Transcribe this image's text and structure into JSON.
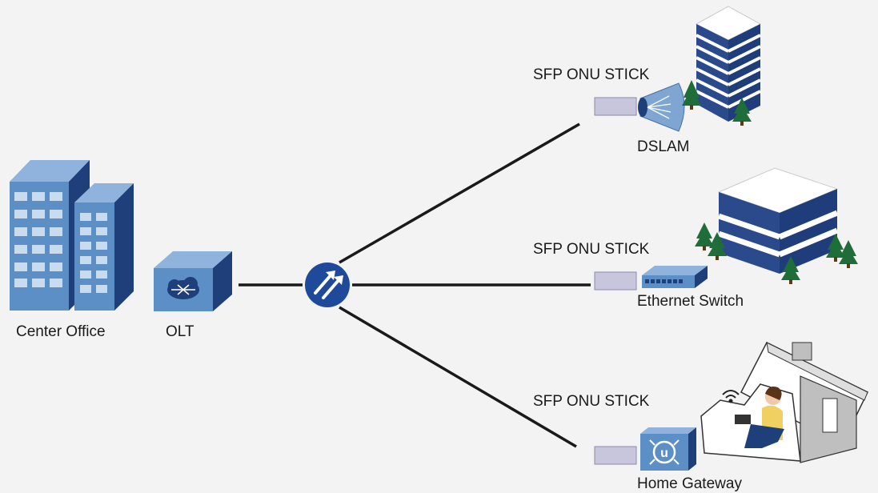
{
  "nodes": {
    "center_office": "Center Office",
    "olt": "OLT",
    "dslam": "DSLAM",
    "ethernet_switch": "Ethernet Switch",
    "home_gateway": "Home Gateway"
  },
  "branches": [
    {
      "label": "SFP ONU STICK",
      "device": "DSLAM",
      "site": "office-tower"
    },
    {
      "label": "SFP ONU STICK",
      "device": "Ethernet Switch",
      "site": "campus-building"
    },
    {
      "label": "SFP ONU STICK",
      "device": "Home Gateway",
      "site": "house"
    }
  ],
  "colors": {
    "background": "#f3f3f3",
    "building_blue": "#2a4a8c",
    "building_light": "#5b8fc6",
    "stick": "#c8c6dc",
    "fiber_line": "#1a1a1a",
    "splitter": "#1f4a9c"
  },
  "icons": [
    "building-icon",
    "olt-icon",
    "splitter-icon",
    "dish-icon",
    "switch-icon",
    "gateway-icon",
    "house-icon",
    "tree-icon",
    "wifi-icon"
  ]
}
